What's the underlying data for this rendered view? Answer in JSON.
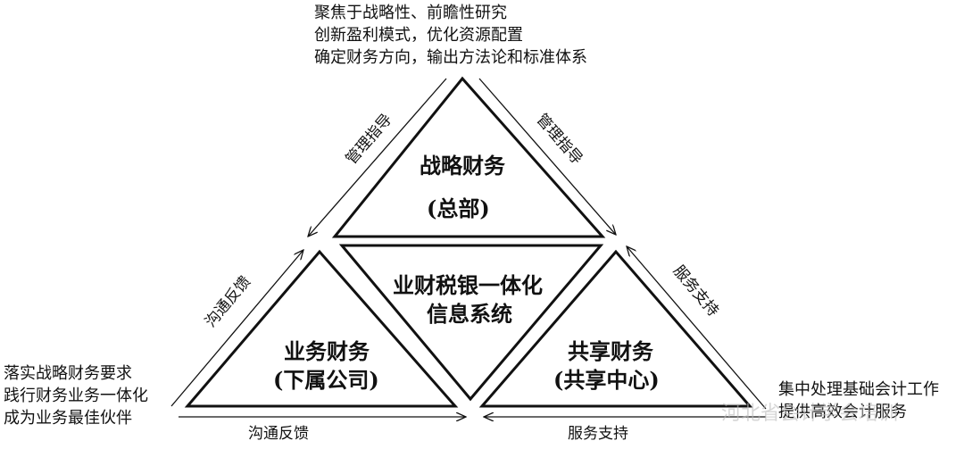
{
  "strategy": {
    "title": "战略财务",
    "subtitle": "(总部)",
    "notes": [
      "聚焦于战略性、前瞻性研究",
      "创新盈利模式，优化资源配置",
      "确定财务方向，输出方法论和标准体系"
    ]
  },
  "center": {
    "line1": "业财税银一体化",
    "line2": "信息系统"
  },
  "business": {
    "title": "业务财务",
    "subtitle": "(下属公司)",
    "notes": [
      "落实战略财务要求",
      "践行财务业务一体化",
      "成为业务最佳伙伴"
    ]
  },
  "shared": {
    "title": "共享财务",
    "subtitle": "(共享中心)",
    "notes": [
      "集中处理基础会计工作",
      "提供高效会计服务"
    ]
  },
  "arrows": {
    "left_top": "管理指导",
    "right_top": "管理指导",
    "left_mid": "沟通反馈",
    "right_mid": "服务支持",
    "bottom_left": "沟通反馈",
    "bottom_right": "服务支持"
  },
  "watermark": "河北省会计学会培训"
}
